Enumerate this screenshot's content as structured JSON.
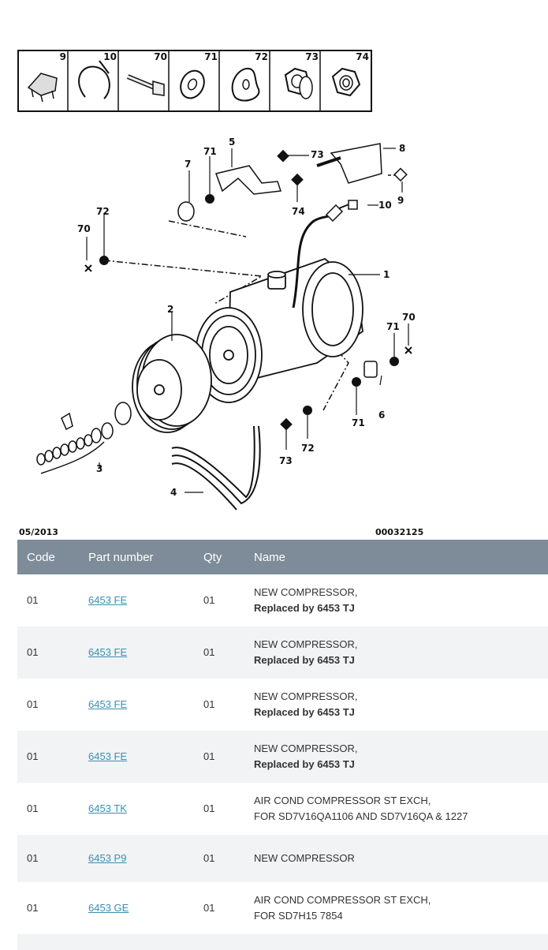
{
  "legend": [
    "9",
    "10",
    "70",
    "71",
    "72",
    "73",
    "74"
  ],
  "diagram": {
    "callouts": [
      "1",
      "2",
      "3",
      "4",
      "5",
      "6",
      "7",
      "8",
      "9",
      "10",
      "70",
      "71",
      "72",
      "73",
      "74",
      "70",
      "71",
      "72",
      "73",
      "71"
    ]
  },
  "meta": {
    "date": "05/2013",
    "ref": "00032125"
  },
  "table": {
    "headers": {
      "code": "Code",
      "part": "Part number",
      "qty": "Qty",
      "name": "Name"
    },
    "rows": [
      {
        "code": "01",
        "part": "6453 FE",
        "qty": "01",
        "name": "NEW COMPRESSOR,",
        "name2": "Replaced by 6453 TJ"
      },
      {
        "code": "01",
        "part": "6453 FE",
        "qty": "01",
        "name": "NEW COMPRESSOR,",
        "name2": "Replaced by 6453 TJ"
      },
      {
        "code": "01",
        "part": "6453 FE",
        "qty": "01",
        "name": "NEW COMPRESSOR,",
        "name2": "Replaced by 6453 TJ"
      },
      {
        "code": "01",
        "part": "6453 FE",
        "qty": "01",
        "name": "NEW COMPRESSOR,",
        "name2": "Replaced by 6453 TJ"
      },
      {
        "code": "01",
        "part": "6453 TK",
        "qty": "01",
        "name": "AIR COND COMPRESSOR ST EXCH,",
        "name2": "FOR SD7V16QA1106 AND SD7V16QA & 1227"
      },
      {
        "code": "01",
        "part": "6453 P9",
        "qty": "01",
        "name": "NEW COMPRESSOR",
        "name2": ""
      },
      {
        "code": "01",
        "part": "6453 GE",
        "qty": "01",
        "name": "AIR COND COMPRESSOR ST EXCH,",
        "name2": "FOR SD7H15 7854"
      }
    ]
  }
}
